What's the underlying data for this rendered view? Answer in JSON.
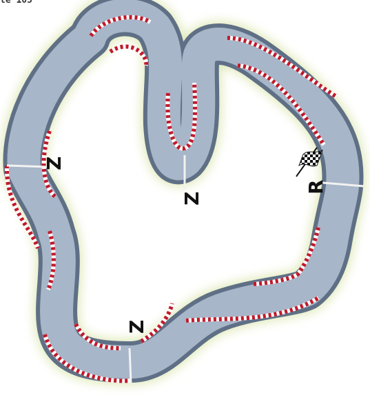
{
  "caption": "te 105",
  "labels": {
    "zone_left": "Z",
    "zone_center": "Z",
    "zone_bottom": "Z",
    "race_start": "R"
  },
  "colors": {
    "glow": "#e2ebbf",
    "track_edge": "#5f7086",
    "track_surface": "#a7b6c8",
    "curb_red": "#c01a2b",
    "curb_white": "#ffffff",
    "line_white": "#f2f2f2"
  },
  "icons": {
    "finish_flag": "checkered-flag-icon"
  }
}
